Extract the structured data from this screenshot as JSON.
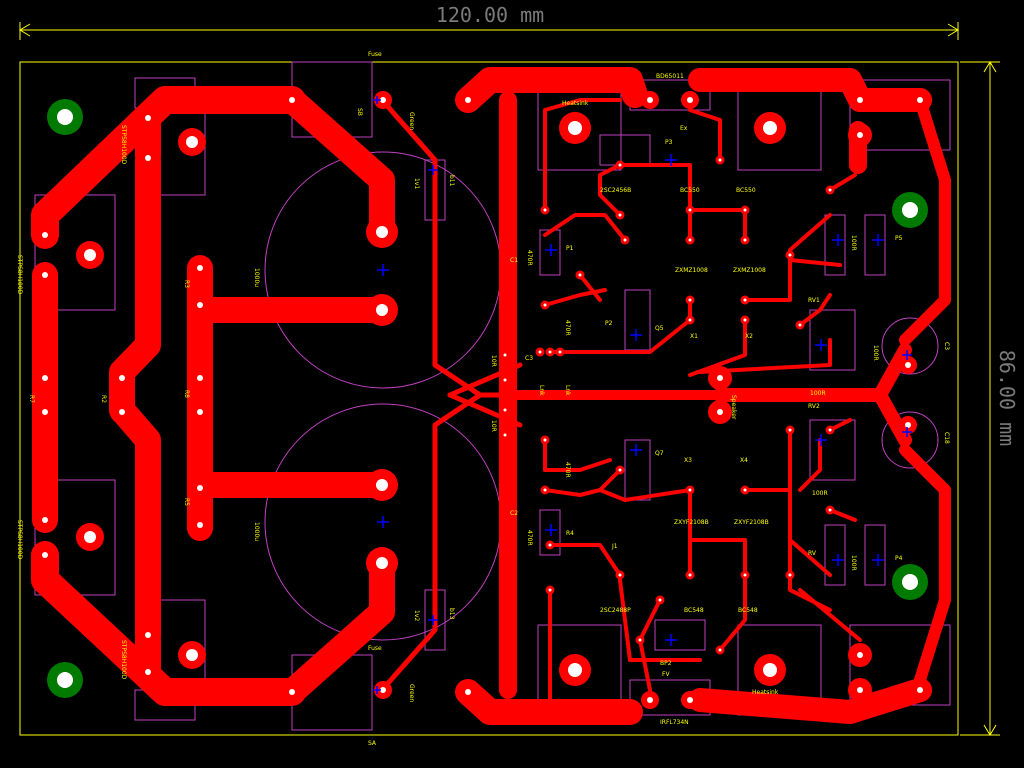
{
  "dimensions": {
    "width_label": "120.00 mm",
    "height_label": "86.00 mm"
  },
  "labels": {
    "fuse_top": "Fuse",
    "fuse_bottom": "Fuse",
    "green_top": "Green",
    "green_bottom": "Green",
    "heatsink_top": "Heatsink",
    "heatsink_bottom": "Heatsink",
    "cap1": "1000u",
    "cap2": "1000u",
    "diode1": "STPS8H100D",
    "diode2": "STPS8H100D",
    "diode3": "STPS8H100D",
    "diode4": "STPS8H100D",
    "speaker": "Speaker",
    "bd_top": "BD65011",
    "bd_bottom": "IRFL734N",
    "tr_a": "2SC2456B",
    "tr_b": "BC550",
    "tr_c": "BC550",
    "tr_d": "ZXMZ1008",
    "tr_e": "ZXMZ1008",
    "tr_f": "ZXYF2108B",
    "tr_g": "ZXYF2108B",
    "tr_h": "2SC2488P",
    "tr_i": "BC548",
    "tr_j": "BC548",
    "r_470_1": "470R",
    "r_470_2": "470R",
    "r_470_3": "470R",
    "r_470_4": "470R",
    "r_10r_1": "10R",
    "r_10r_2": "10R",
    "r_100r_1": "100R",
    "r_100r_2": "100R",
    "r_100r_3": "100R",
    "r_100r_4": "100R",
    "r_100r_5": "100R",
    "rv1": "RV1",
    "rv2": "RV2",
    "lnk1": "Lnk",
    "lnk2": "Lnk",
    "ref_c1": "C1",
    "ref_c2": "C2",
    "ref_c3": "C3",
    "ref_p1": "P1",
    "ref_p2": "P2",
    "ref_p3": "P3",
    "ref_p4": "P4",
    "ref_p5": "P5",
    "ref_r4": "R4",
    "ref_sa": "SA",
    "ref_sb": "SB",
    "ref_ex": "Ex",
    "ref_bp2": "BP2",
    "ref_b11": "b11",
    "ref_b13": "b13",
    "ref_1v1": "1v1",
    "ref_1v2": "1v2",
    "ref_c18": "C18",
    "ref_c3b": "C3",
    "ref_x1": "X1",
    "ref_x2": "X2",
    "ref_x3": "X3",
    "ref_x4": "X4",
    "ref_q5": "Q5",
    "ref_q7": "Q7",
    "ref_j1": "J1",
    "ref_fv": "FV",
    "ref_rv": "RV",
    "ref_r2": "R2",
    "ref_r3": "R3",
    "ref_r5": "R5",
    "ref_r7": "R7",
    "ref_r8": "R8"
  },
  "colors": {
    "background": "#000000",
    "copper": "#ff0000",
    "silkscreen": "#ffff00",
    "outline": "#c040c0",
    "mounting_hole": "#007a00",
    "dimension": "#7a7a7a",
    "marker": "#0000ff"
  }
}
